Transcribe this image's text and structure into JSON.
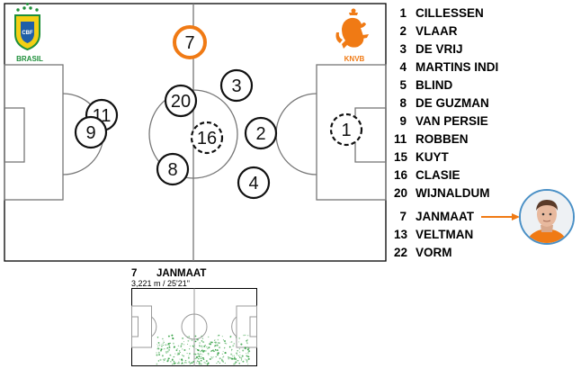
{
  "teams": {
    "home": {
      "label": "BRASIL",
      "crest_text": "CBF",
      "color": "#1e8f3a"
    },
    "away": {
      "label": "KNVB",
      "color": "#f07a14"
    }
  },
  "field_players": [
    {
      "number": "7",
      "highlight": true
    },
    {
      "number": "3"
    },
    {
      "number": "20"
    },
    {
      "number": "11"
    },
    {
      "number": "9"
    },
    {
      "number": "16",
      "dashed": true
    },
    {
      "number": "2"
    },
    {
      "number": "8"
    },
    {
      "number": "4"
    },
    {
      "number": "1",
      "dashed": true
    }
  ],
  "roster": [
    {
      "number": "1",
      "name": "CILLESSEN"
    },
    {
      "number": "2",
      "name": "VLAAR"
    },
    {
      "number": "3",
      "name": "DE VRIJ"
    },
    {
      "number": "4",
      "name": "MARTINS INDI"
    },
    {
      "number": "5",
      "name": "BLIND"
    },
    {
      "number": "8",
      "name": "DE GUZMAN"
    },
    {
      "number": "9",
      "name": "VAN PERSIE"
    },
    {
      "number": "11",
      "name": "ROBBEN"
    },
    {
      "number": "15",
      "name": "KUYT"
    },
    {
      "number": "16",
      "name": "CLASIE"
    },
    {
      "number": "20",
      "name": "WIJNALDUM"
    },
    {
      "number": "7",
      "name": "JANMAAT"
    },
    {
      "number": "13",
      "name": "VELTMAN"
    },
    {
      "number": "22",
      "name": "VORM"
    }
  ],
  "selected_player": {
    "number": "7",
    "name": "JANMAAT",
    "stat": "3,221 m / 25'21\"",
    "icon": "player-photo"
  },
  "colors": {
    "accent": "#f07a14",
    "heat": "#2e9e3e",
    "avatar_border": "#4a90c6"
  }
}
